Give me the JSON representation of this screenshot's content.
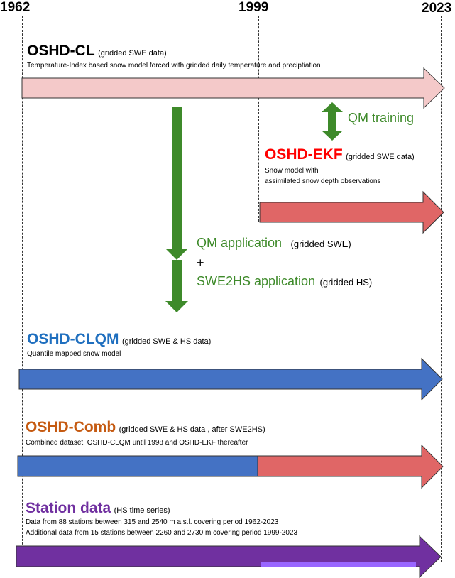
{
  "years": {
    "start": "1962",
    "mid": "1999",
    "end": "2023"
  },
  "oshd_cl": {
    "name": "OSHD-CL",
    "paren": "(gridded SWE data)",
    "desc": "Temperature-Index  based snow model forced with gridded daily temperature and preciptiation",
    "color": "#f4c9c9"
  },
  "qm_training": {
    "label": "QM training",
    "color": "#3e8a2a"
  },
  "oshd_ekf": {
    "name": "OSHD-EKF",
    "paren": "(gridded SWE data)",
    "desc_line1": "Snow model with",
    "desc_line2": "assimilated snow depth observations",
    "title_color": "#ff0000",
    "color": "#e06666"
  },
  "qm_application": {
    "label": "QM application",
    "paren": "(gridded SWE)",
    "plus": "+",
    "swe2hs_label": "SWE2HS application",
    "swe2hs_paren": "(gridded HS)"
  },
  "oshd_clqm": {
    "name": "OSHD-CLQM",
    "paren": "(gridded SWE & HS data)",
    "desc": "Quantile mapped snow model",
    "title_color": "#1f6fbf",
    "color": "#4472c4"
  },
  "oshd_comb": {
    "name": "OSHD-Comb",
    "paren": "(gridded SWE & HS data , after SWE2HS)",
    "desc": "Combined dataset: OSHD-CLQM  until 1998 and OSHD-EKF thereafter",
    "title_color": "#c55a11"
  },
  "station_data": {
    "name": "Station data",
    "paren": "(HS time series)",
    "desc_line1": "Data from 88 stations between  315 and 2540 m a.s.l. covering period 1962-2023",
    "desc_line2": "Additional data from 15 stations between 2260 and 2730 m  covering period 1999-2023",
    "title_color": "#7030a0",
    "color": "#7030a0",
    "extra_color": "#9966ff"
  }
}
